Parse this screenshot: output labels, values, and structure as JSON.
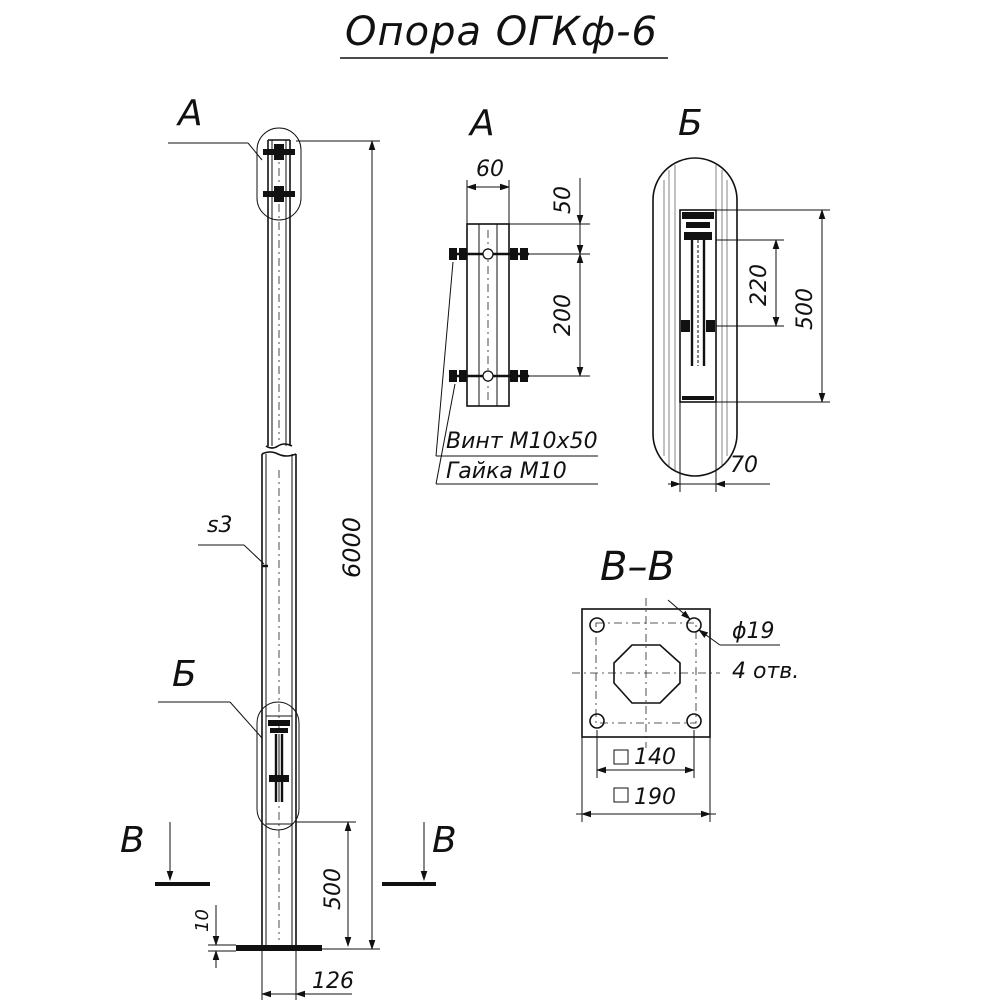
{
  "title": "Опора ОГКф-6",
  "main_view": {
    "callout_a": "А",
    "callout_b": "Б",
    "wall_label": "s3",
    "height_dim": "6000",
    "lower_dim": "500",
    "base_thickness_dim": "10",
    "base_width_dim": "126",
    "section_mark_left": "В",
    "section_mark_right": "В"
  },
  "detail_a": {
    "title": "А",
    "width_dim": "60",
    "top_offset_dim": "50",
    "bolt_spacing_dim": "200",
    "screw_label": "Винт М10х50",
    "nut_label": "Гайка М10"
  },
  "detail_b": {
    "title": "Б",
    "inner_dim": "220",
    "outer_dim": "500",
    "width_dim": "70"
  },
  "section_vv": {
    "title": "В–В",
    "hole_dia_label": "ϕ19",
    "hole_count_label": "4 отв.",
    "inner_square_dim": "140",
    "outer_square_dim": "190"
  }
}
